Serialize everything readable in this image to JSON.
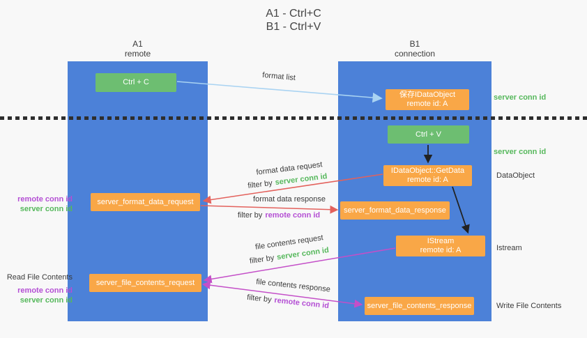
{
  "title": {
    "line1": "A1 - Ctrl+C",
    "line2": "B1 - Ctrl+V"
  },
  "columns": {
    "left": {
      "id": "A1",
      "name": "remote"
    },
    "right": {
      "id": "B1",
      "name": "connection"
    }
  },
  "nodes": {
    "ctrl_c": {
      "label": "Ctrl + C"
    },
    "save_dataobject": {
      "line1": "保存IDataObject",
      "line2": "remote id: A"
    },
    "ctrl_v": {
      "label": "Ctrl + V"
    },
    "getdata": {
      "line1": "IDataObject::GetData",
      "line2": "remote id: A"
    },
    "format_request": {
      "label": "server_format_data_request"
    },
    "format_response": {
      "label": "server_format_data_response"
    },
    "istream": {
      "line1": "IStream",
      "line2": "remote id: A"
    },
    "file_request": {
      "label": "server_file_contents_request"
    },
    "file_response": {
      "label": "server_file_contents_response"
    }
  },
  "messages": {
    "format_list": "format list",
    "format_data_request": "format data request",
    "format_data_response": "format data response",
    "file_contents_request": "file contents request",
    "file_contents_response": "file contents response",
    "filter_by": "filter by"
  },
  "labels": {
    "server_conn_id": "server conn id",
    "remote_conn_id": "remote conn id",
    "dataobject": "DataObject",
    "istream": "Istream",
    "read_file_contents": "Read File Contents",
    "write_file_contents": "Write File Contents"
  },
  "colors": {
    "column_blue": "#4c81d8",
    "node_green": "#6dbe71",
    "node_orange": "#f9a747",
    "server_conn_green": "#56b85c",
    "remote_conn_purple": "#b44fd4",
    "request_arrow_red": "#e3615c",
    "response_arrow_magenta": "#c44fc8",
    "format_list_blue": "#a9d3f2",
    "text_dark": "#3b3b3b"
  }
}
